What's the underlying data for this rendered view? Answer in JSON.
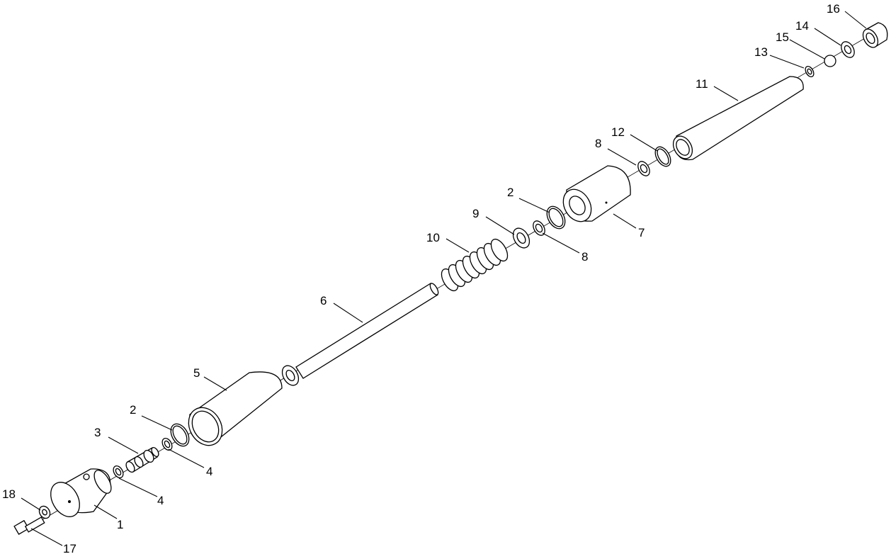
{
  "callouts": {
    "c1": "1",
    "c2a": "2",
    "c2b": "2",
    "c3": "3",
    "c4a": "4",
    "c4b": "4",
    "c5": "5",
    "c6": "6",
    "c7": "7",
    "c8a": "8",
    "c8b": "8",
    "c9": "9",
    "c10": "10",
    "c11": "11",
    "c12": "12",
    "c13": "13",
    "c14": "14",
    "c15": "15",
    "c16": "16",
    "c17": "17",
    "c18": "18"
  }
}
